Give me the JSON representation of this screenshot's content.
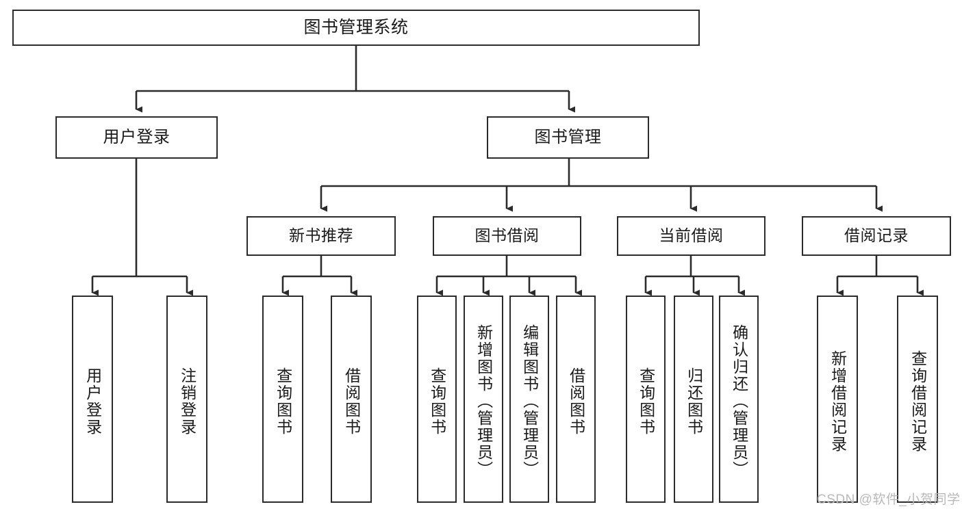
{
  "diagram": {
    "title": "图书管理系统",
    "type": "tree-hierarchy-chart",
    "orientation": "vertical-top-down",
    "colors": {
      "box_border": "#2b2b2b",
      "box_fill": "#ffffff",
      "edge": "#2b2b2b",
      "text": "#1a1a1a",
      "watermark": "#b9b9b9"
    }
  },
  "nodes": {
    "root": {
      "label": "图书管理系统"
    },
    "level2": [
      {
        "label": "用户登录"
      },
      {
        "label": "图书管理"
      }
    ],
    "level3": [
      {
        "label": "新书推荐"
      },
      {
        "label": "图书借阅"
      },
      {
        "label": "当前借阅"
      },
      {
        "label": "借阅记录"
      }
    ],
    "leaves": {
      "user_login": [
        {
          "label": "用户登录"
        },
        {
          "label": "注销登录"
        }
      ],
      "new_book_recommend": [
        {
          "label": "查询图书"
        },
        {
          "label": "借阅图书"
        }
      ],
      "book_borrow": [
        {
          "label": "查询图书"
        },
        {
          "label": "新增图书（管理员）"
        },
        {
          "label": "编辑图书（管理员）"
        },
        {
          "label": "借阅图书"
        }
      ],
      "current_borrow": [
        {
          "label": "查询图书"
        },
        {
          "label": "归还图书"
        },
        {
          "label": "确认归还（管理员）"
        }
      ],
      "borrow_record": [
        {
          "label": "新增借阅记录"
        },
        {
          "label": "查询借阅记录"
        }
      ]
    }
  },
  "watermark": {
    "text": "CSDN @软件_小贺同学"
  }
}
